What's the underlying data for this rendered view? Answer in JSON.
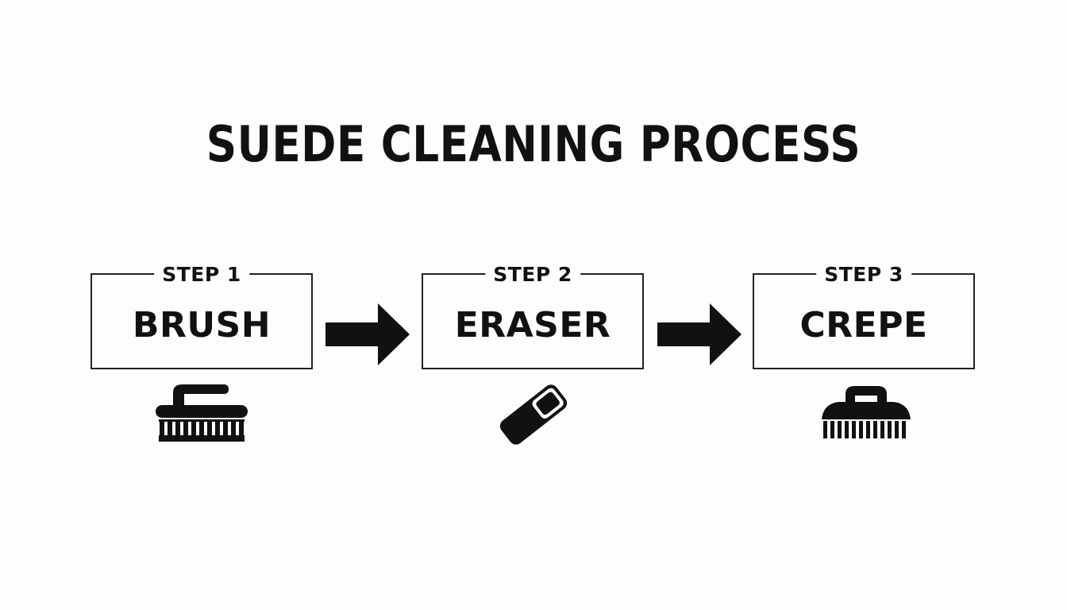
{
  "title": "SUEDE CLEANING PROCESS",
  "steps": [
    {
      "label": "STEP 1",
      "name": "BRUSH",
      "icon": "brush-icon"
    },
    {
      "label": "STEP 2",
      "name": "ERASER",
      "icon": "eraser-icon"
    },
    {
      "label": "STEP 3",
      "name": "CREPE",
      "icon": "crepe-brush-icon"
    }
  ],
  "colors": {
    "background": "#fdfdfd",
    "ink": "#111111"
  }
}
